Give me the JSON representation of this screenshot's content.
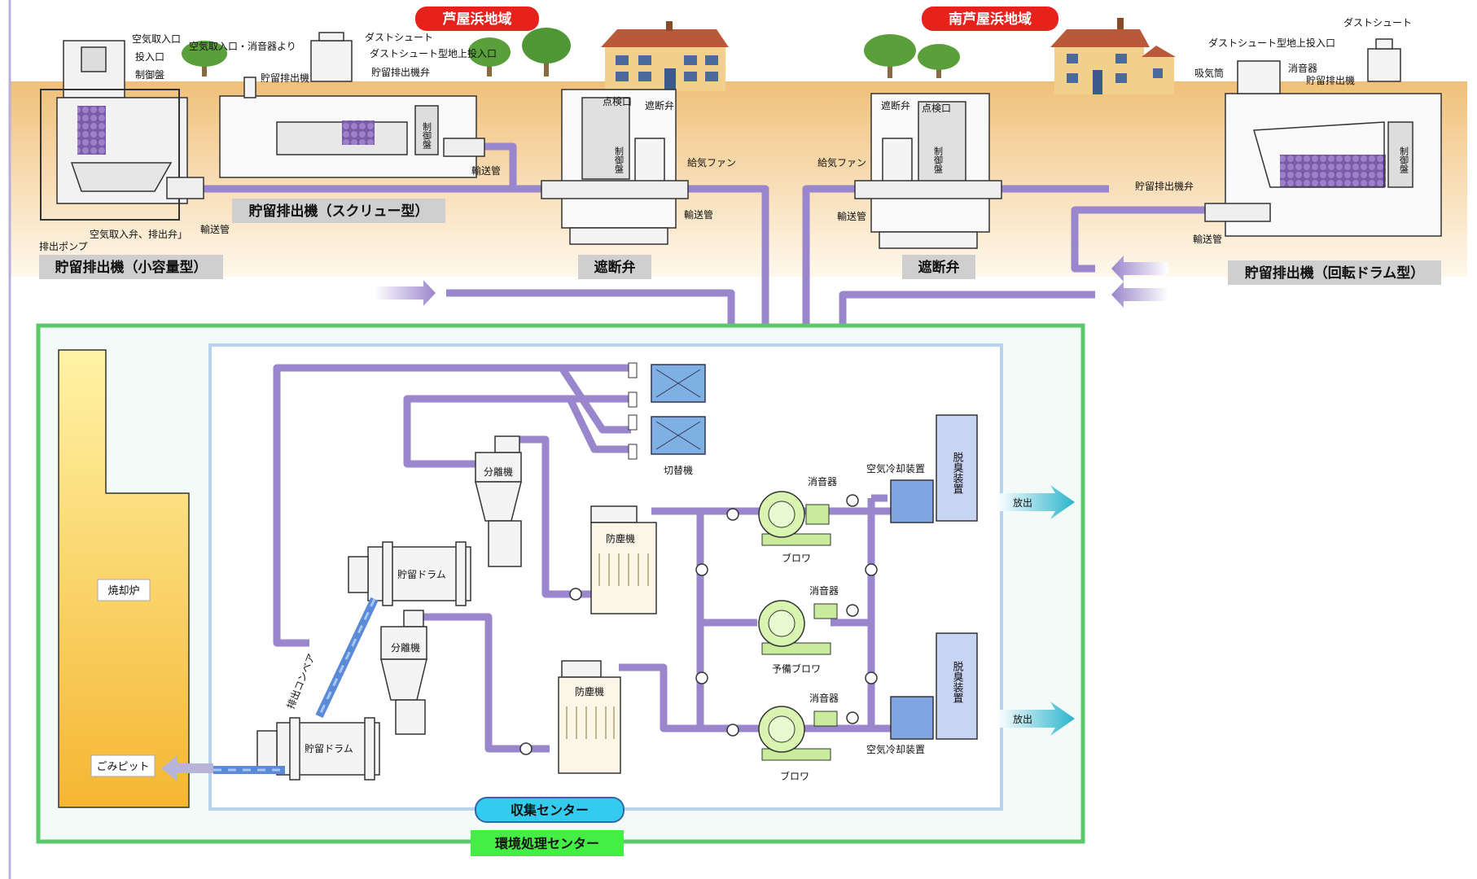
{
  "regions": {
    "ashiyahama": "芦屋浜地域",
    "minami_ashiyahama": "南芦屋浜地域"
  },
  "captions": {
    "small_unit": "貯留排出機（小容量型）",
    "screw_unit": "貯留排出機（スクリュー型）",
    "shutoff_valve": "遮断弁",
    "rotary_drum_unit": "貯留排出機（回転ドラム型）",
    "collection_center": "収集センター",
    "environment_center": "環境処理センター"
  },
  "labels": {
    "air_intake": "空気取入口",
    "inlet": "投入口",
    "control_panel": "制御盤",
    "air_intake_silencer": "空気取入口・消音器より",
    "dust_chute": "ダストシュート",
    "dust_chute_ground_inlet": "ダストシュート型地上投入口",
    "storage_discharger": "貯留排出機",
    "storage_discharge_valve": "貯留排出機弁",
    "control_panel_vertical": "制御盤",
    "transport_pipe": "輸送管",
    "discharge_pump": "排出ポンプ",
    "air_intake_discharge_valve": "空気取入弁、排出弁」",
    "inspection_port": "点検口",
    "shutoff_valve_small": "遮断弁",
    "supply_fan": "給気ファン",
    "intake_tube": "吸気筒",
    "silencer": "消音器",
    "dust_chute_right": "ダストシュート",
    "dust_chute_ground_inlet_right": "ダストシュート型地上投入口",
    "switcher": "切替機",
    "separator": "分離機",
    "dust_collector": "防塵機",
    "storage_drum": "貯留ドラム",
    "incinerator": "焼却炉",
    "garbage_pit": "ごみピット",
    "discharge_conveyor": "排出コンベア",
    "blower": "ブロワ",
    "spare_blower": "予備ブロワ",
    "air_cooling_unit": "空気冷却装置",
    "deodorizer": "脱臭装置",
    "release": "放出"
  },
  "colors": {
    "pipe": "#9a86cc",
    "conveyor": "#5b8ad8",
    "ground": "#f3c98c",
    "region_badge": "#e8211c",
    "outer_box": "#5bc86b",
    "inner_box": "#b9d3ee",
    "incinerator": "#f7c64a",
    "collection_badge": "#33ccee",
    "environment_badge": "#44ee44",
    "exhaust_arrow": "#2ab4cc"
  }
}
